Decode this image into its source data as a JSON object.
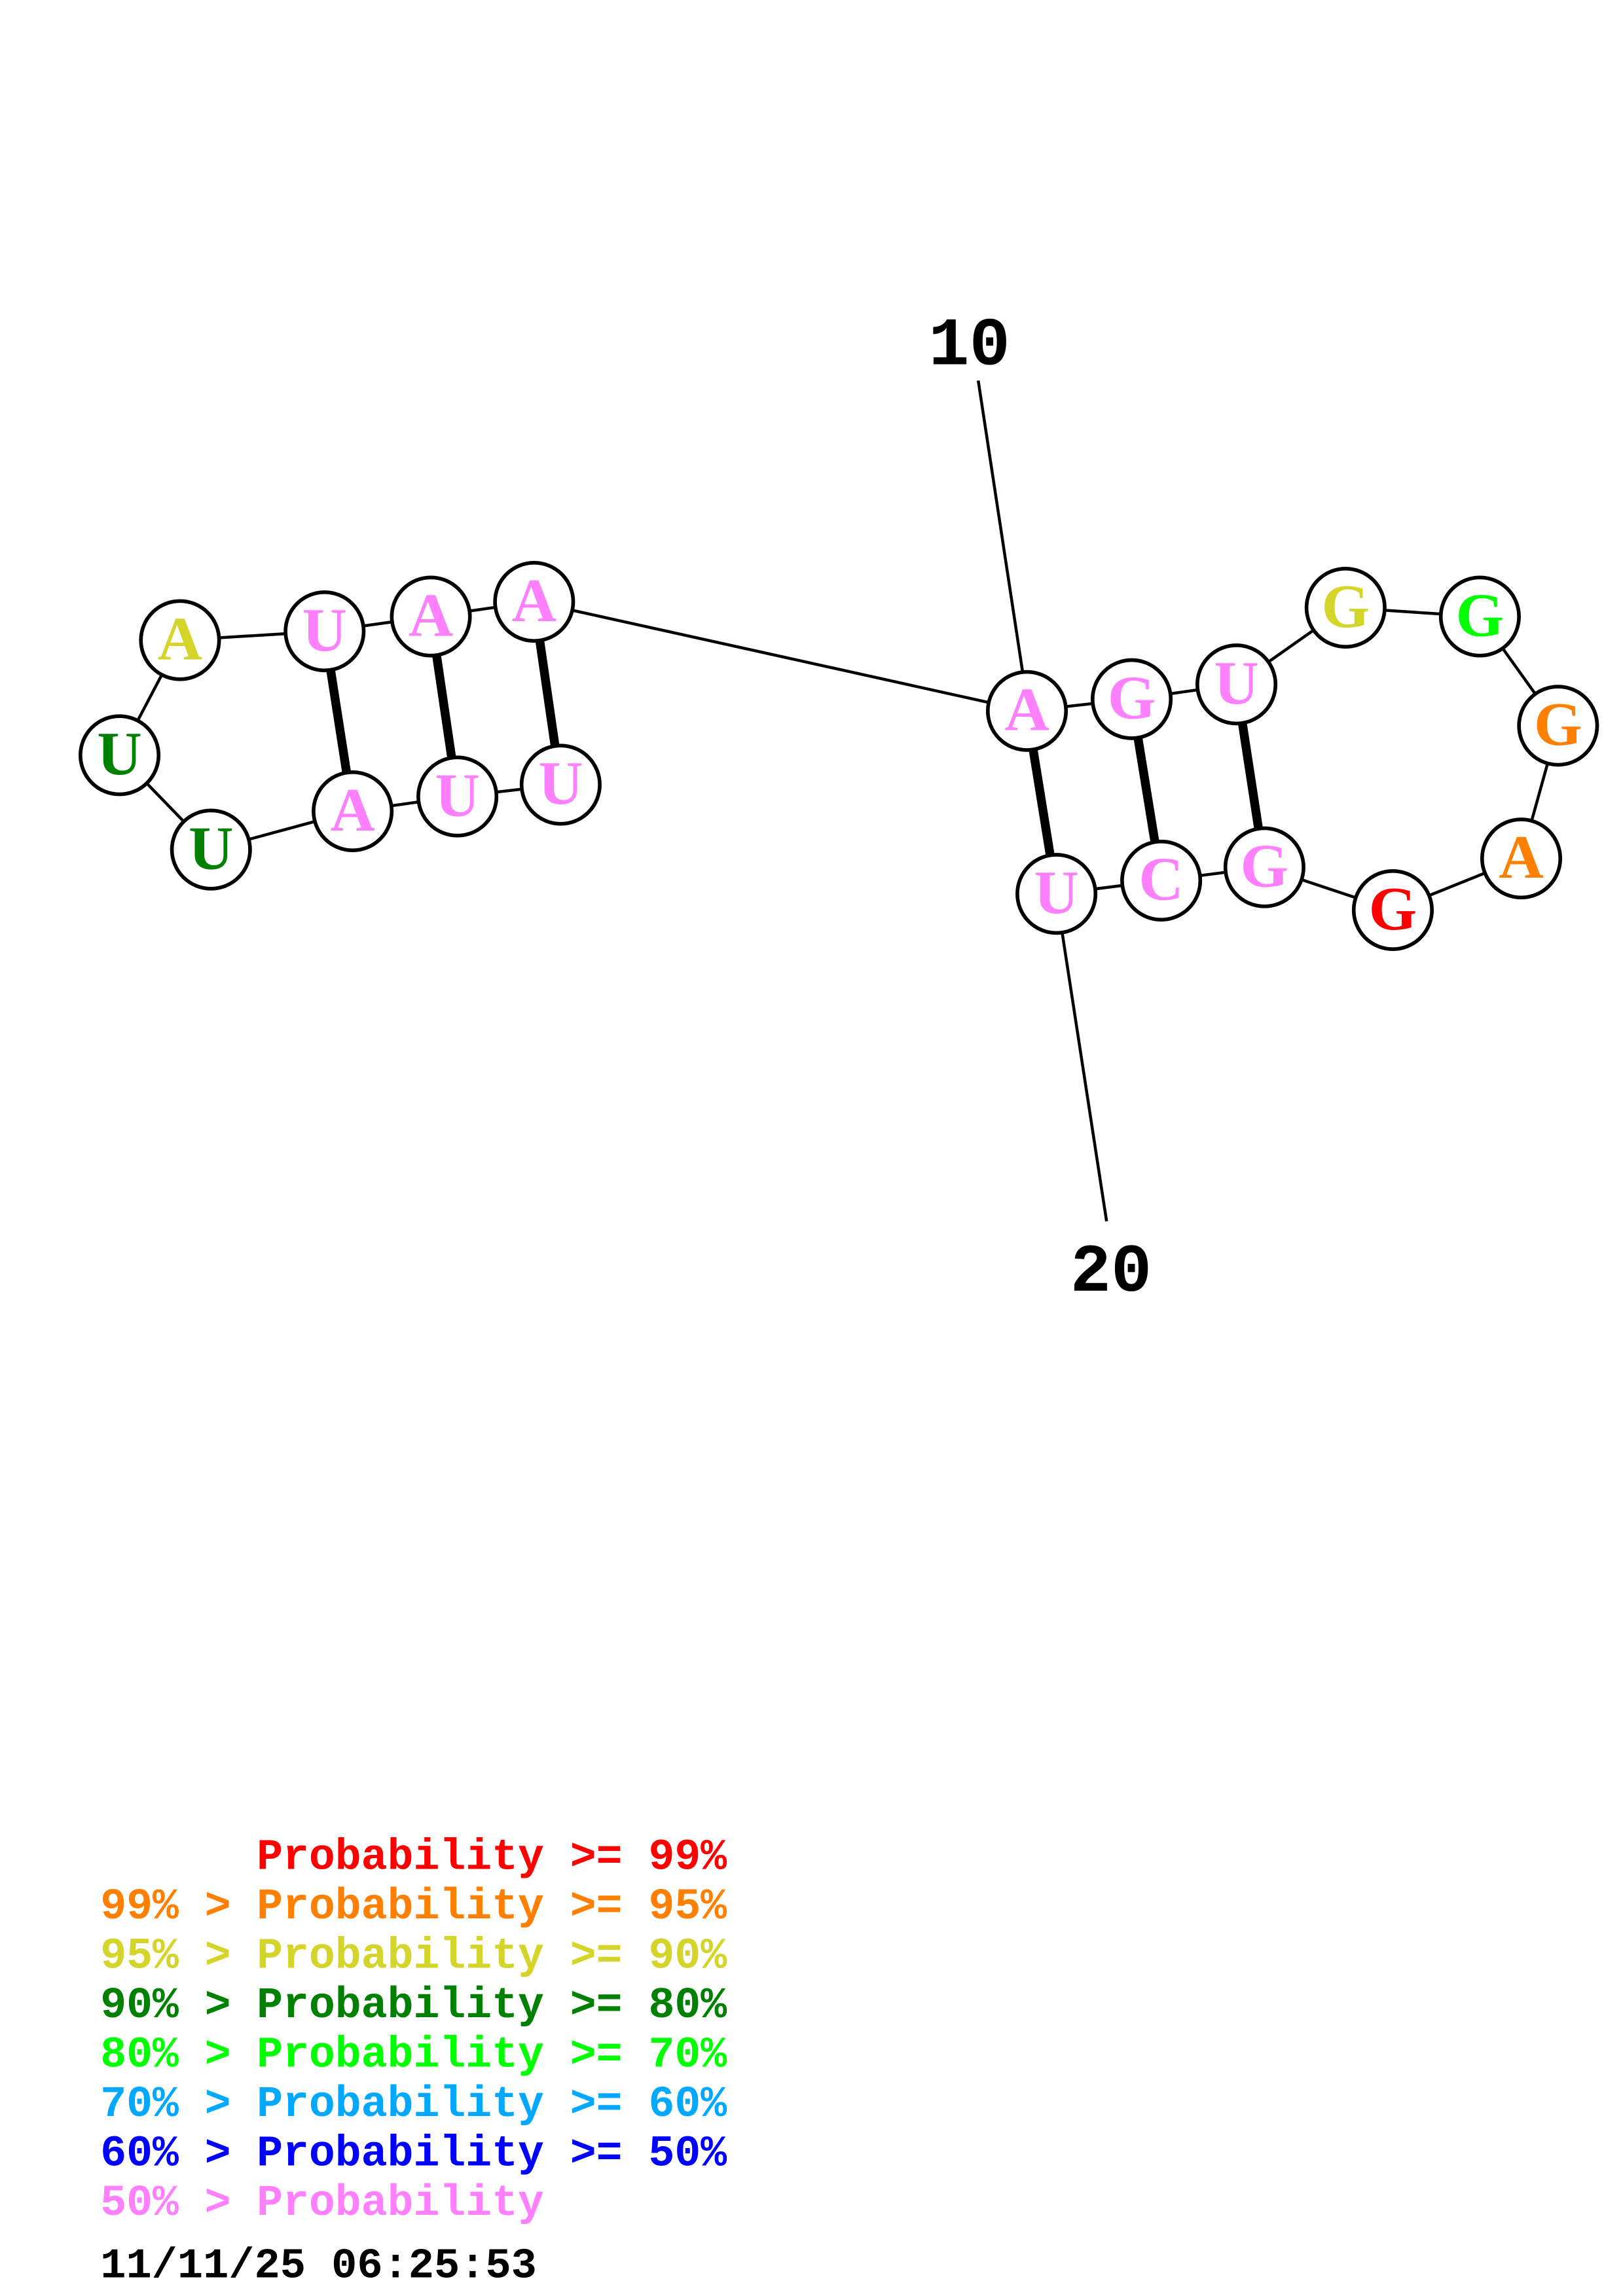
{
  "structure": {
    "nucleotides": [
      {
        "base": "U",
        "color": "#ff80ff"
      },
      {
        "base": "U",
        "color": "#ff80ff"
      },
      {
        "base": "A",
        "color": "#ff80ff"
      },
      {
        "base": "U",
        "color": "#008000"
      },
      {
        "base": "U",
        "color": "#008000"
      },
      {
        "base": "A",
        "color": "#d4d42a"
      },
      {
        "base": "U",
        "color": "#ff80ff"
      },
      {
        "base": "A",
        "color": "#ff80ff"
      },
      {
        "base": "A",
        "color": "#ff80ff"
      },
      {
        "base": "A",
        "color": "#ff80ff"
      },
      {
        "base": "G",
        "color": "#ff80ff"
      },
      {
        "base": "U",
        "color": "#ff80ff"
      },
      {
        "base": "G",
        "color": "#d4d42a"
      },
      {
        "base": "G",
        "color": "#00ff00"
      },
      {
        "base": "G",
        "color": "#ff8000"
      },
      {
        "base": "A",
        "color": "#ff8000"
      },
      {
        "base": "G",
        "color": "#ff0000"
      },
      {
        "base": "G",
        "color": "#ff80ff"
      },
      {
        "base": "C",
        "color": "#ff80ff"
      },
      {
        "base": "U",
        "color": "#ff80ff"
      }
    ],
    "pairs": [
      [
        1,
        9
      ],
      [
        2,
        8
      ],
      [
        3,
        7
      ],
      [
        10,
        20
      ],
      [
        11,
        19
      ],
      [
        12,
        18
      ]
    ],
    "position_labels": [
      {
        "index": 10,
        "text": "10"
      },
      {
        "index": 20,
        "text": "20"
      }
    ]
  },
  "legend": [
    {
      "prefix": "",
      "text": "Probability >= 99%",
      "color": "#ff0000"
    },
    {
      "prefix": "99% > ",
      "text": "Probability >= 95%",
      "color": "#ff8000"
    },
    {
      "prefix": "95% > ",
      "text": "Probability >= 90%",
      "color": "#d4d42a"
    },
    {
      "prefix": "90% > ",
      "text": "Probability >= 80%",
      "color": "#008000"
    },
    {
      "prefix": "80% > ",
      "text": "Probability >= 70%",
      "color": "#00ff00"
    },
    {
      "prefix": "70% > ",
      "text": "Probability >= 60%",
      "color": "#00a8ff"
    },
    {
      "prefix": "60% > ",
      "text": "Probability >= 50%",
      "color": "#0000ff"
    },
    {
      "prefix": "50% > ",
      "text": "Probability",
      "color": "#ff80ff"
    }
  ],
  "timestamp": "11/11/25 06:25:53"
}
